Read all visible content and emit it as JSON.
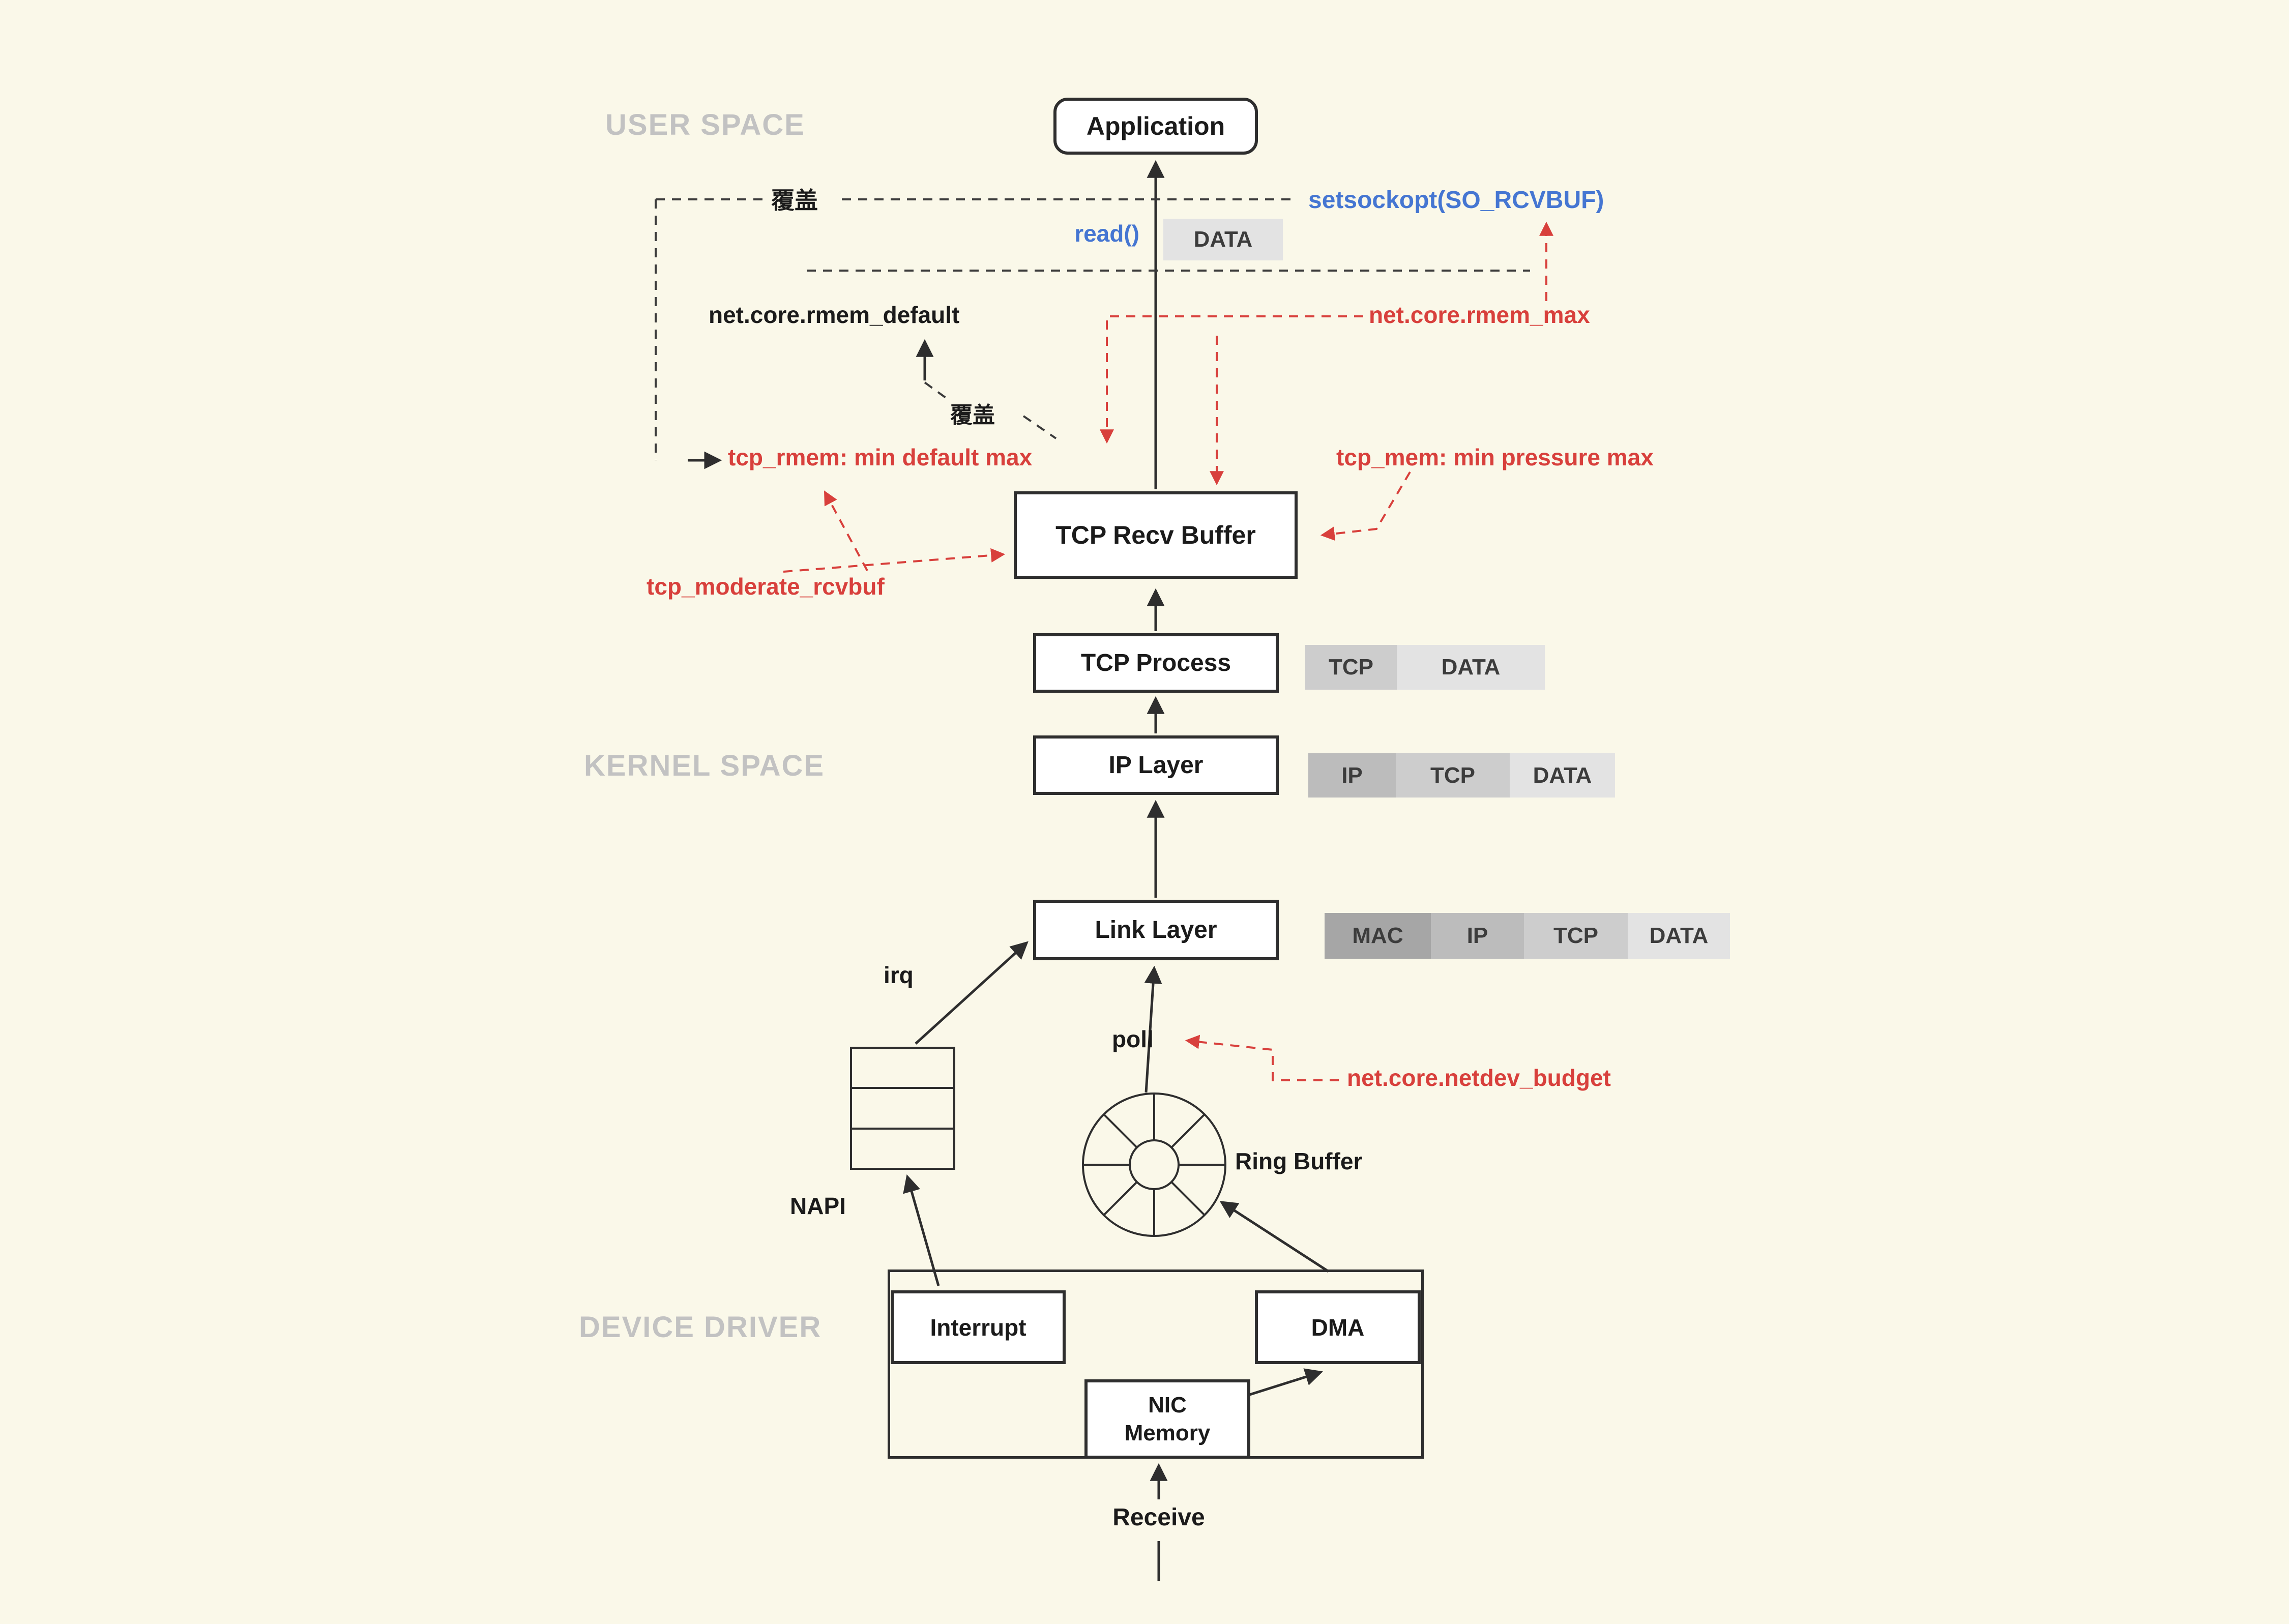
{
  "colors": {
    "background": "#FAF8E9",
    "red_accent": "#D8403C",
    "blue_accent": "#4576D2",
    "section_gray": "#C2C2C2",
    "box_border": "#2E2E2E"
  },
  "sections": {
    "user_space": "USER SPACE",
    "kernel_space": "KERNEL SPACE",
    "device_driver": "DEVICE DRIVER"
  },
  "nodes": {
    "application": "Application",
    "tcp_recv_buffer": "TCP Recv Buffer",
    "tcp_process": "TCP Process",
    "ip_layer": "IP Layer",
    "link_layer": "Link Layer",
    "interrupt": "Interrupt",
    "dma": "DMA",
    "nic_memory": "NIC Memory",
    "napi": "NAPI",
    "ring_buffer": "Ring Buffer",
    "receive": "Receive"
  },
  "labels": {
    "read_call": "read()",
    "setsockopt": "setsockopt(SO_RCVBUF)",
    "override_top": "覆盖",
    "override_mid": "覆盖",
    "rmem_default": "net.core.rmem_default",
    "rmem_max": "net.core.rmem_max",
    "tcp_rmem": "tcp_rmem: min default max",
    "tcp_mem": "tcp_mem: min pressure max",
    "tcp_moderate_rcvbuf": "tcp_moderate_rcvbuf",
    "netdev_budget": "net.core.netdev_budget",
    "irq": "irq",
    "poll": "poll"
  },
  "packets": {
    "app": [
      "DATA"
    ],
    "tcp": [
      "TCP",
      "DATA"
    ],
    "ip": [
      "IP",
      "TCP",
      "DATA"
    ],
    "link": [
      "MAC",
      "IP",
      "TCP",
      "DATA"
    ]
  }
}
